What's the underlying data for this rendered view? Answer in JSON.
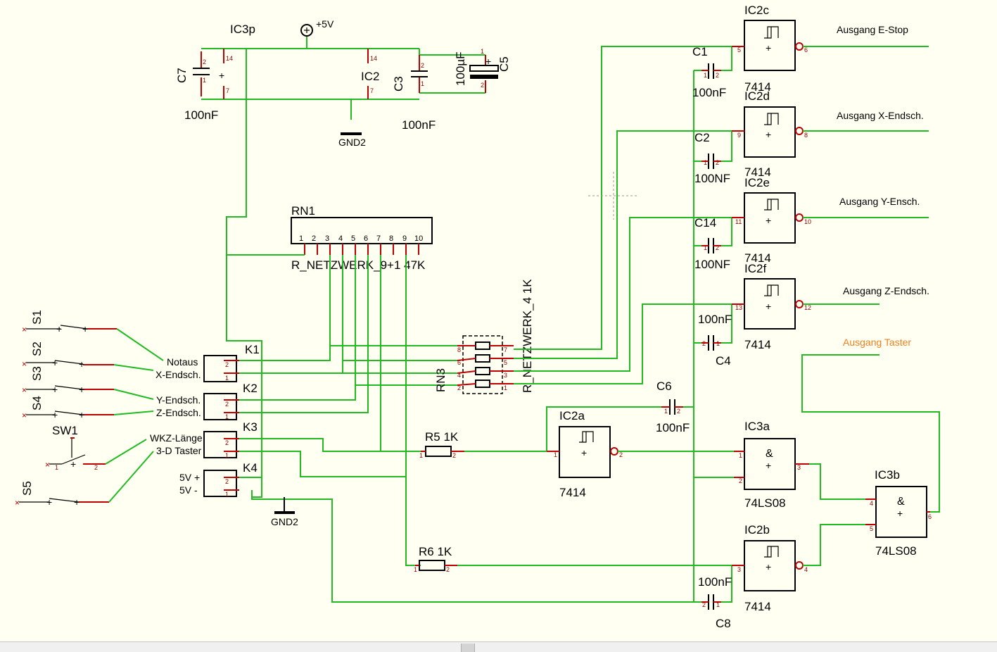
{
  "labels": {
    "ic3p": "IC3p",
    "plus5v": "+5V",
    "ic2_power": "IC2",
    "c7": "C7",
    "c7_value": "100nF",
    "c3": "C3",
    "c3_value": "100nF",
    "c5": "C5",
    "c5_value": "100µF",
    "gnd_top": "GND2",
    "gnd_bottom": "GND2",
    "rn1": "RN1",
    "rn1_value": "R_NETZWERK_9+1 47K",
    "rn3": "RN3",
    "rn3_value": "R_NETZWERK_4 1K",
    "s1": "S1",
    "s2": "S2",
    "s3": "S3",
    "s4": "S4",
    "sw1": "SW1",
    "s5": "S5",
    "k1": "K1",
    "k2": "K2",
    "k3": "K3",
    "k4": "K4",
    "notaus": "Notaus",
    "x_endsch": "X-Endsch.",
    "y_endsch": "Y-Endsch.",
    "z_endsch": "Z-Endsch.",
    "wkz_laenge": "WKZ-Länge",
    "taster_3d": "3-D Taster",
    "v5_plus": "5V +",
    "v5_minus": "5V -",
    "r5": "R5 1K",
    "r6": "R6 1K",
    "ic2a": "IC2a",
    "ic2a_type": "7414",
    "ic2b": "IC2b",
    "ic2b_type": "7414",
    "ic2c": "IC2c",
    "ic2c_type": "7414",
    "ic2d": "IC2d",
    "ic2d_type": "7414",
    "ic2e": "IC2e",
    "ic2e_type": "7414",
    "ic2f": "IC2f",
    "ic2f_type": "7414",
    "ic3a": "IC3a",
    "ic3a_type": "74LS08",
    "ic3b": "IC3b",
    "ic3b_type": "74LS08",
    "and_symbol": "&",
    "c1": "C1",
    "c1_value": "100nF",
    "c2": "C2",
    "c2_value": "100NF",
    "c14": "C14",
    "c14_value": "100NF",
    "c4": "C4",
    "c4_value": "100nF",
    "c6": "C6",
    "c6_value": "100nF",
    "c8": "C8",
    "c8_value": "100nF",
    "out_estop": "Ausgang E-Stop",
    "out_x": "Ausgang X-Endsch.",
    "out_y": "Ausgang Y-Ensch.",
    "out_z": "Ausgang Z-Endsch.",
    "out_taster": "Ausgang Taster"
  },
  "pins": {
    "p1": "1",
    "p2": "2",
    "p3": "3",
    "p4": "4",
    "p5": "5",
    "p6": "6",
    "p7": "7",
    "p8": "8",
    "p9": "9",
    "p10": "10",
    "p11": "11",
    "p12": "12",
    "p13": "13",
    "p14": "14"
  },
  "colors": {
    "wire": "#22bb22",
    "pin": "#c00000",
    "background": "#fffff2",
    "highlight_label": "#f08020"
  }
}
